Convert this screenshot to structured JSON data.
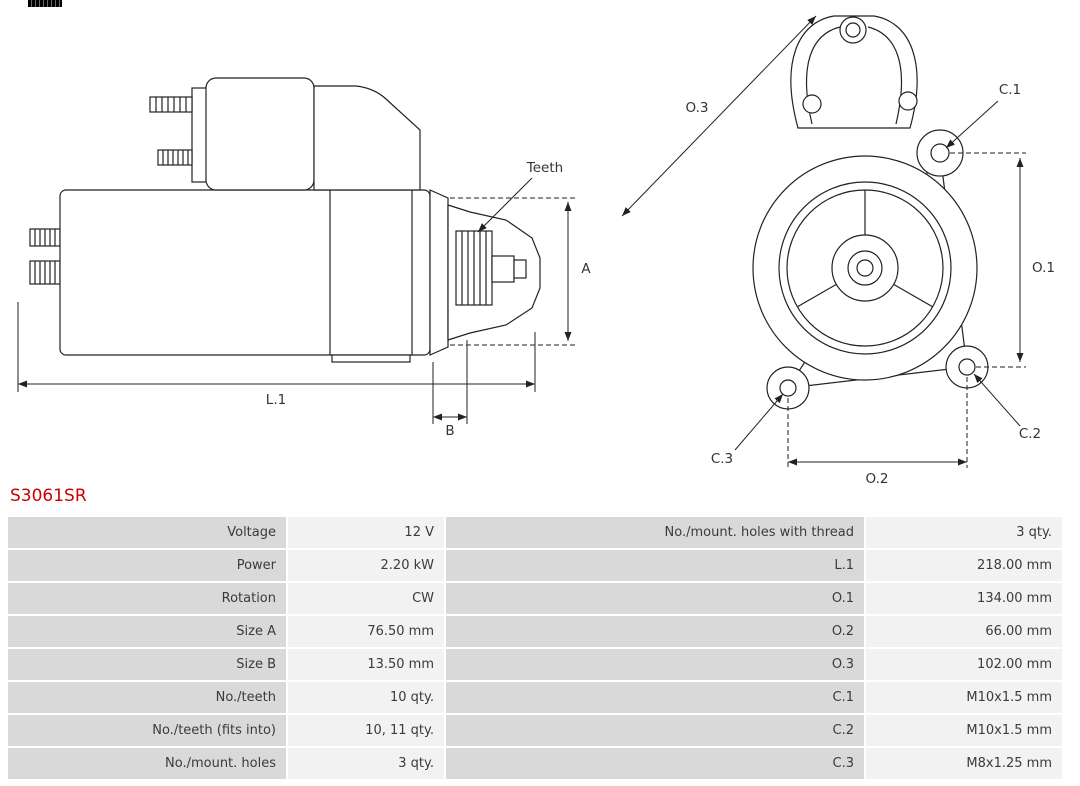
{
  "part": {
    "number": "S3061SR",
    "number_color": "#cc0000"
  },
  "drawing": {
    "side_labels": {
      "teeth": "Teeth",
      "a": "A",
      "l1": "L.1",
      "b": "B"
    },
    "front_labels": {
      "o1": "O.1",
      "o2": "O.2",
      "o3": "O.3",
      "c1": "C.1",
      "c2": "C.2",
      "c3": "C.3"
    }
  },
  "table": {
    "colors": {
      "label_bg": "#d9d9d9",
      "value_bg": "#f2f2f2",
      "text": "#3b3b3b"
    },
    "rows": [
      {
        "label_left": "Voltage",
        "value_left": "12 V",
        "label_right": "No./mount. holes with thread",
        "value_right": "3 qty."
      },
      {
        "label_left": "Power",
        "value_left": "2.20 kW",
        "label_right": "L.1",
        "value_right": "218.00 mm"
      },
      {
        "label_left": "Rotation",
        "value_left": "CW",
        "label_right": "O.1",
        "value_right": "134.00 mm"
      },
      {
        "label_left": "Size A",
        "value_left": "76.50 mm",
        "label_right": "O.2",
        "value_right": "66.00 mm"
      },
      {
        "label_left": "Size B",
        "value_left": "13.50 mm",
        "label_right": "O.3",
        "value_right": "102.00 mm"
      },
      {
        "label_left": "No./teeth",
        "value_left": "10 qty.",
        "label_right": "C.1",
        "value_right": "M10x1.5 mm"
      },
      {
        "label_left": "No./teeth (fits into)",
        "value_left": "10, 11 qty.",
        "label_right": "C.2",
        "value_right": "M10x1.5 mm"
      },
      {
        "label_left": "No./mount. holes",
        "value_left": "3 qty.",
        "label_right": "C.3",
        "value_right": "M8x1.25 mm"
      }
    ]
  }
}
